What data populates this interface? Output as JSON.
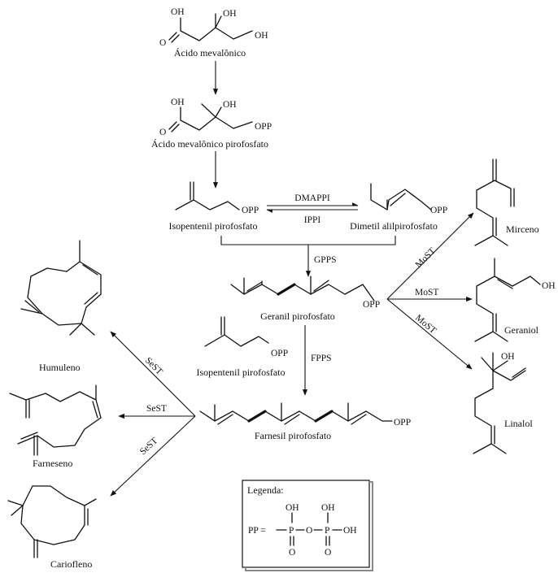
{
  "compounds": {
    "mevalonic_acid": "Ácido mevalônico",
    "mevalonic_pp": "Ácido mevalônico pirofosfato",
    "ipp": "Isopentenil pirofosfato",
    "dmapp": "Dimetil alilpirofosfato",
    "gpp": "Geranil pirofosfato",
    "ipp2": "Isopentenil pirofosfato",
    "fpp": "Farnesil pirofosfato",
    "mirceno": "Mirceno",
    "geraniol": "Geraniol",
    "linalol": "Linalol",
    "humuleno": "Humuleno",
    "farneseno": "Farneseno",
    "cariofleno": "Cariofleno"
  },
  "enzymes": {
    "dmappi": "DMAPPI",
    "ippi": "IPPI",
    "gpps": "GPPS",
    "fpps": "FPPS",
    "most1": "MoST",
    "most2": "MoST",
    "most3": "MoST",
    "sest1": "SeST",
    "sest2": "SeST",
    "sest3": "SeST"
  },
  "atoms": {
    "oh": "OH",
    "o": "O",
    "opp": "OPP",
    "p": "P"
  },
  "legend": {
    "title": "Legenda:",
    "pp_lhs": "PP =",
    "pp_link_o": "O"
  }
}
